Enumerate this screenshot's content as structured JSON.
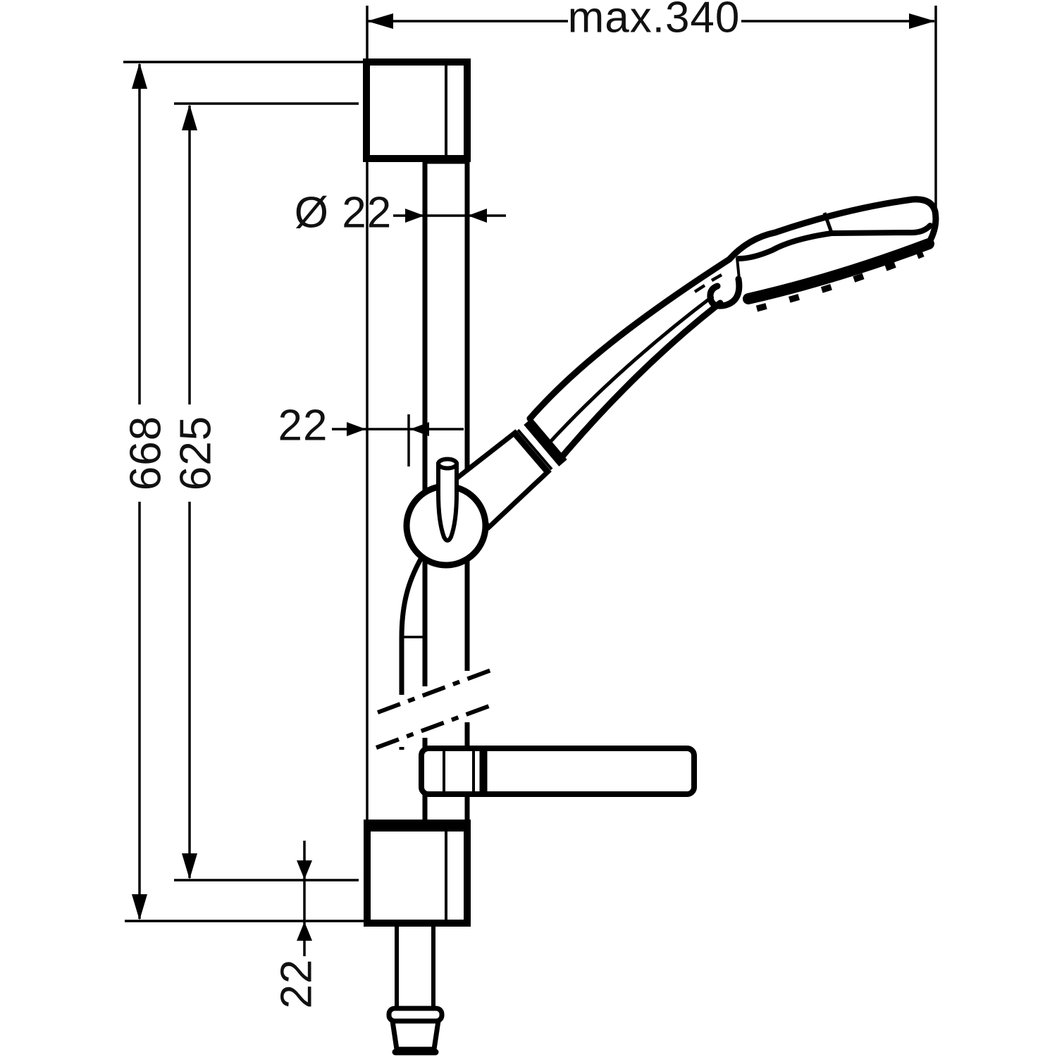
{
  "drawing": {
    "background": "#ffffff",
    "line_color": "#000000",
    "dimensions": {
      "max_width": "max.340",
      "total_height": "668",
      "rail_height": "625",
      "bar_diameter": "Ø 22",
      "wall_clearance": "22",
      "bottom_clearance": "22"
    }
  }
}
